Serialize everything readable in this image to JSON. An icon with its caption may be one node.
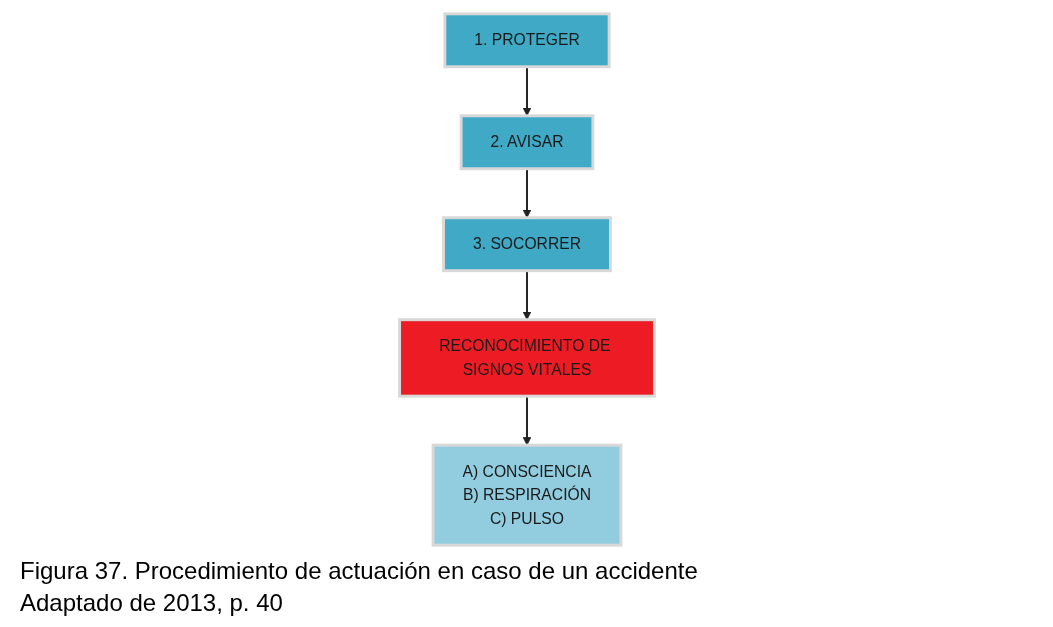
{
  "diagram": {
    "caption": "Figura 37. Procedimiento de actuación en caso de un accidente",
    "nodes": [
      {
        "text": [
          "1. PROTEGER"
        ]
      },
      {
        "text": [
          "2. AVISAR"
        ]
      },
      {
        "text": [
          "3. SOCORRER"
        ]
      },
      {
        "text": [
          "RECONOCIMIENTO DE SIGNOS VITALES"
        ]
      },
      {
        "text": [
          "A) CONSCIENCIA",
          "B) RESPIRACIÓN",
          "C) PULSO"
        ]
      }
    ],
    "edges": [
      {
        "from": 0,
        "to": 1,
        "arrow": "to"
      },
      {
        "from": 1,
        "to": 2,
        "arrow": "to"
      },
      {
        "from": 2,
        "to": 3,
        "arrow": "to"
      },
      {
        "from": 3,
        "to": 4,
        "arrow": "to"
      }
    ],
    "labels": [
      "Adaptado de 2013, p. 40"
    ]
  }
}
